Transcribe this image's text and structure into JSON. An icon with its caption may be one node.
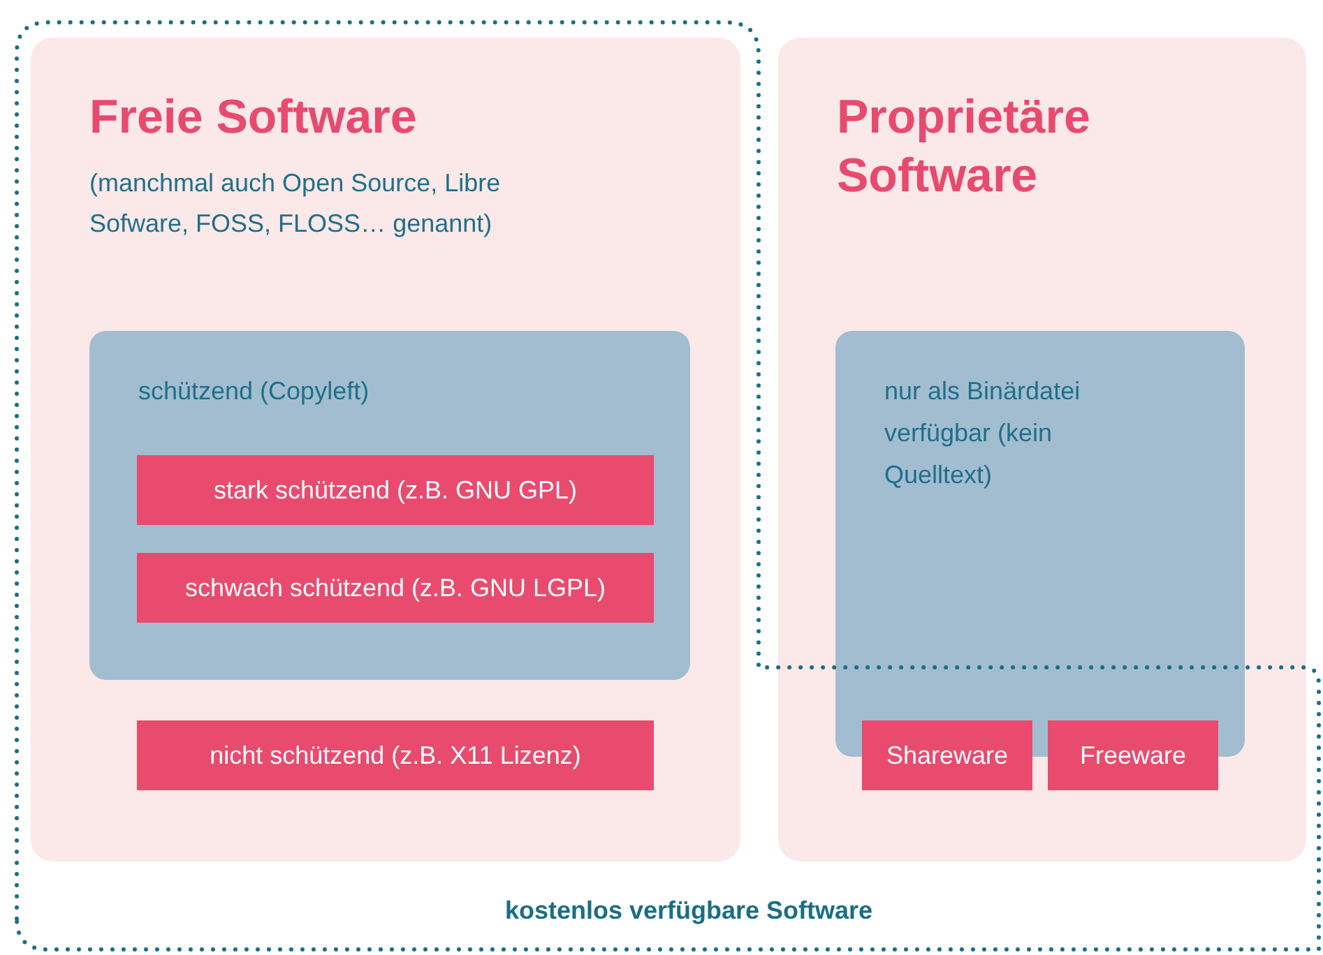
{
  "diagram": {
    "nodes": [
      {
        "text": [
          "kostenlos verfügbare Software"
        ]
      },
      {
        "text": [
          "Freie Software",
          "(manchmal auch Open Source, Libre Sofware, FOSS, FLOSS… genannt)"
        ],
        "in": 0
      },
      {
        "text": [
          "schützend (Copyleft)"
        ],
        "in": 1
      },
      {
        "text": [
          "stark schützend (z.B. GNU GPL)"
        ],
        "in": 2
      },
      {
        "text": [
          "schwach schützend (z.B. GNU LGPL)"
        ],
        "in": 2
      },
      {
        "text": [
          "nicht schützend (z.B. X11 Lizenz)"
        ],
        "in": 1
      },
      {
        "text": [
          "Proprietäre Software"
        ]
      },
      {
        "text": [
          "nur als Binärdatei verfügbar (kein Quelltext)"
        ],
        "in": 6
      },
      {
        "text": [
          "Shareware"
        ],
        "in": 6
      },
      {
        "text": [
          "Freeware"
        ],
        "in": 6
      }
    ]
  }
}
